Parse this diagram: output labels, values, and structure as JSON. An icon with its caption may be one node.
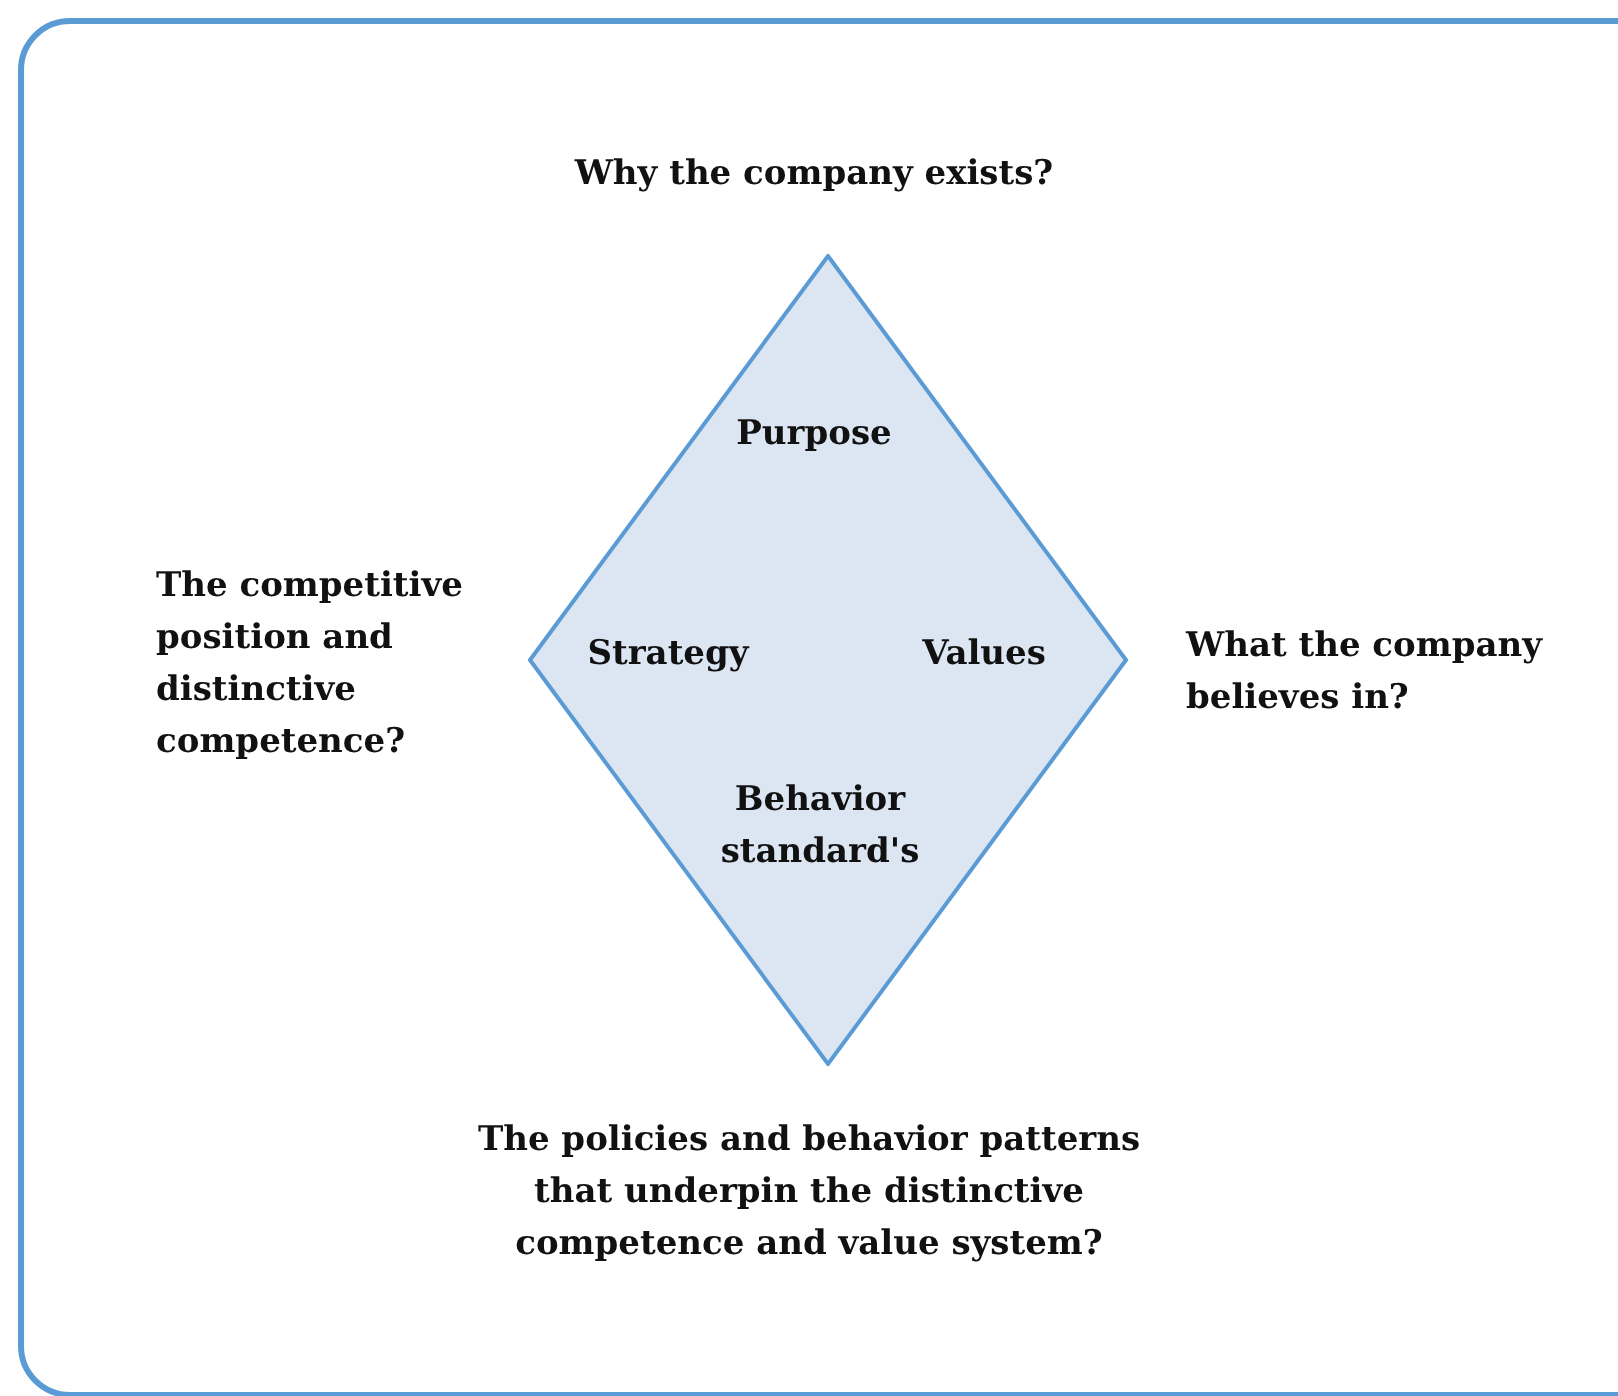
{
  "diagram": {
    "nodes": [
      {
        "text": [
          "Purpose",
          "Strategy",
          "Values",
          "Behavior standard's"
        ]
      }
    ],
    "labels": [
      "Why the company exists?",
      "The competitive position and distinctive competence?",
      "What the company believes in?",
      "The policies and behavior patterns that underpin the distinctive competence and value system?"
    ]
  }
}
